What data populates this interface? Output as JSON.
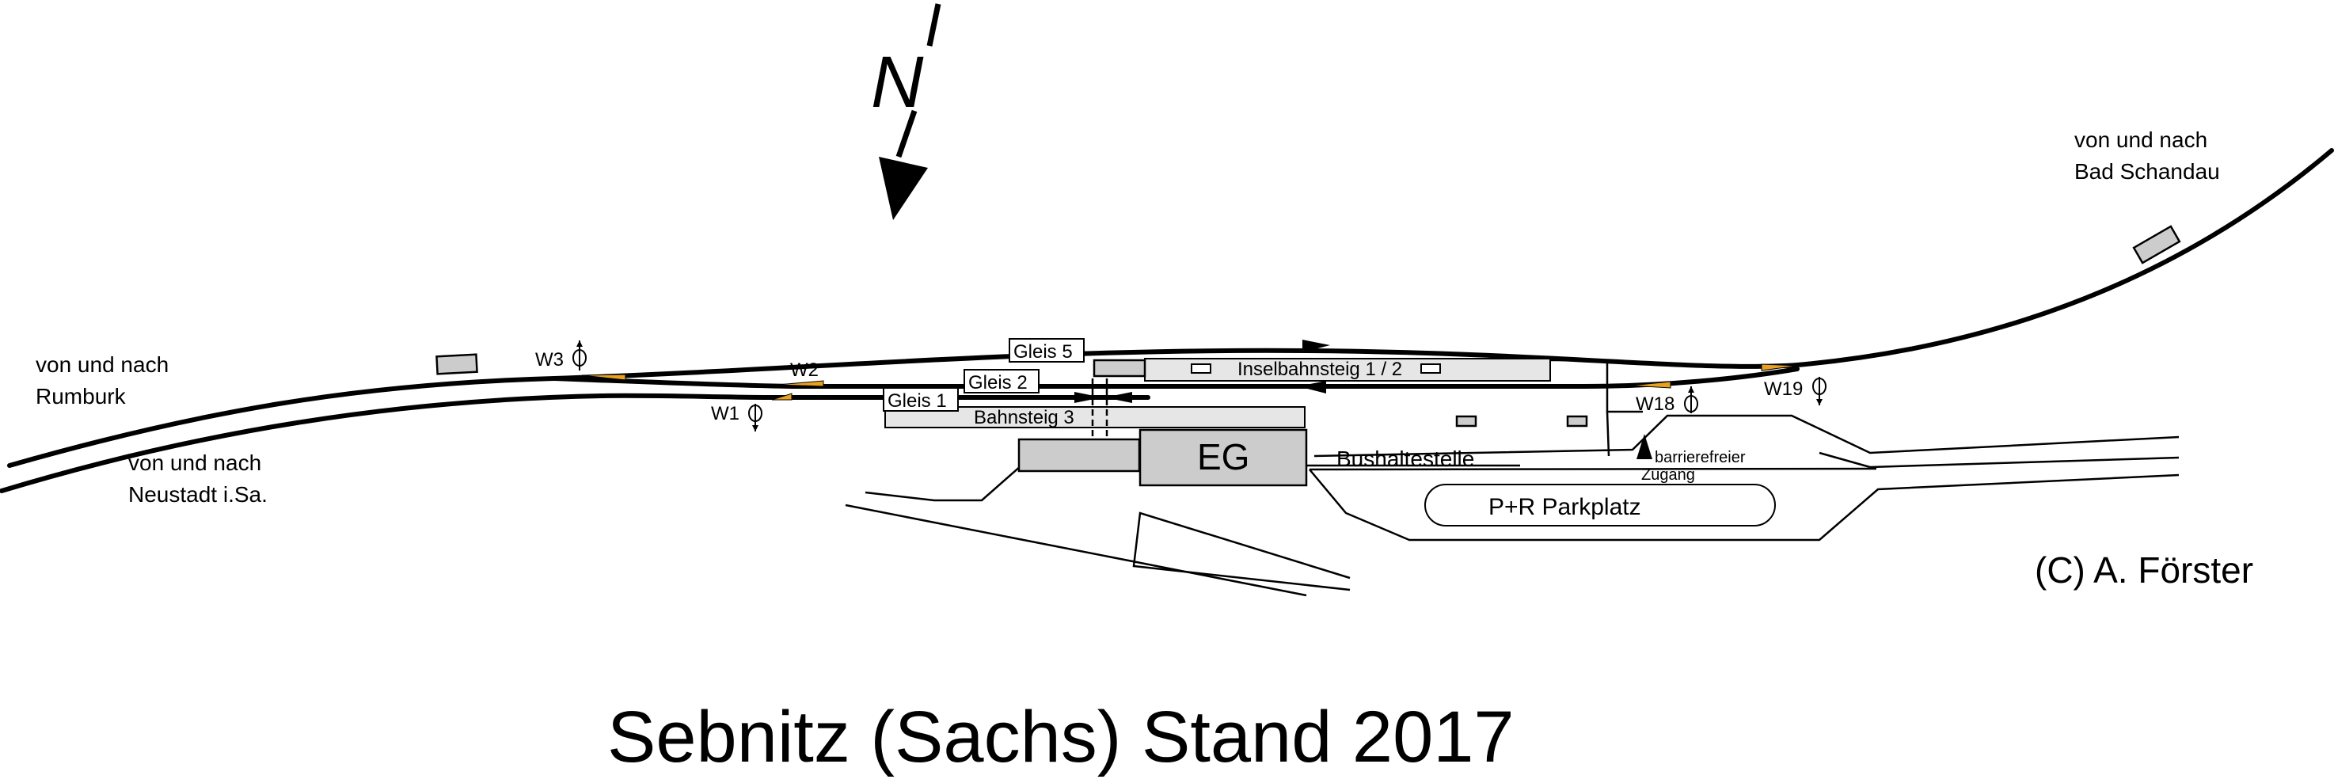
{
  "title": "Sebnitz (Sachs) Stand 2017",
  "copyright": "(C) A. Förster",
  "north_symbol": "N",
  "directions": {
    "rumburk_line1": "von und nach",
    "rumburk_line2": "Rumburk",
    "neustadt_line1": "von und nach",
    "neustadt_line2": "Neustadt i.Sa.",
    "schandau_line1": "von und nach",
    "schandau_line2": "Bad Schandau"
  },
  "tracks": {
    "gleis5": "Gleis 5",
    "gleis2": "Gleis 2",
    "gleis1": "Gleis 1"
  },
  "platforms": {
    "island": "Inselbahnsteig 1 / 2",
    "side": "Bahnsteig 3"
  },
  "switches": {
    "w1": "W1",
    "w2": "W2",
    "w3": "W3",
    "w18": "W18",
    "w19": "W19"
  },
  "buildings": {
    "station": "EG"
  },
  "facilities": {
    "bus_stop": "Bushaltestelle",
    "park_ride": "P+R Parkplatz",
    "access_line1": "barrierefreier",
    "access_line2": "Zugang"
  },
  "colors": {
    "track": "#000000",
    "platform_fill": "#e6e6e6",
    "building_fill": "#cccccc",
    "switch_marker": "#e8a020"
  }
}
